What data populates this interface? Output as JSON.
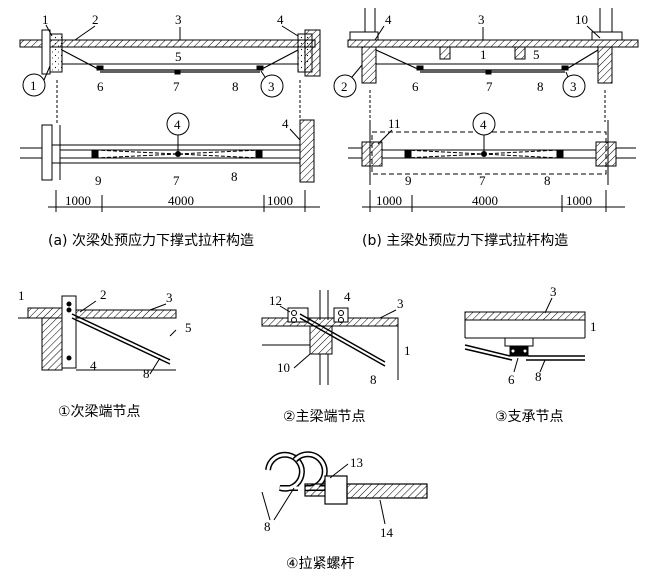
{
  "captions": {
    "a": "(a) 次梁处预应力下撑式拉杆构造",
    "b": "(b) 主梁处预应力下撑式拉杆构造",
    "d1": "①次梁端节点",
    "d2": "②主梁端节点",
    "d3": "③支承节点",
    "d4": "④拉紧螺杆"
  },
  "dimensions": {
    "a": [
      "1000",
      "4000",
      "1000"
    ],
    "b": [
      "1000",
      "4000",
      "1000"
    ]
  },
  "circled": {
    "c1": "1",
    "c2": "2",
    "c3a": "3",
    "c3b": "3",
    "c4a": "4",
    "c4b": "4"
  },
  "labels": {
    "a_top_1": "1",
    "a_top_2": "2",
    "a_top_3": "3",
    "a_top_4": "4",
    "a_top_5": "5",
    "a_top_6": "6",
    "a_top_7": "7",
    "a_top_8": "8",
    "a_plan_4": "4",
    "a_plan_9": "9",
    "a_plan_7": "7",
    "a_plan_8": "8",
    "b_top_4": "4",
    "b_top_3": "3",
    "b_top_10": "10",
    "b_top_1": "1",
    "b_top_5": "5",
    "b_top_6": "6",
    "b_top_7": "7",
    "b_top_8": "8",
    "b_plan_11": "11",
    "b_plan_9": "9",
    "b_plan_7": "7",
    "b_plan_8": "8",
    "d1_1": "1",
    "d1_2": "2",
    "d1_3": "3",
    "d1_5": "5",
    "d1_4": "4",
    "d1_8": "8",
    "d2_12": "12",
    "d2_4": "4",
    "d2_3": "3",
    "d2_1": "1",
    "d2_10": "10",
    "d2_8": "8",
    "d3_3": "3",
    "d3_1": "1",
    "d3_6": "6",
    "d3_8": "8",
    "d4_13": "13",
    "d4_8": "8",
    "d4_14": "14"
  }
}
